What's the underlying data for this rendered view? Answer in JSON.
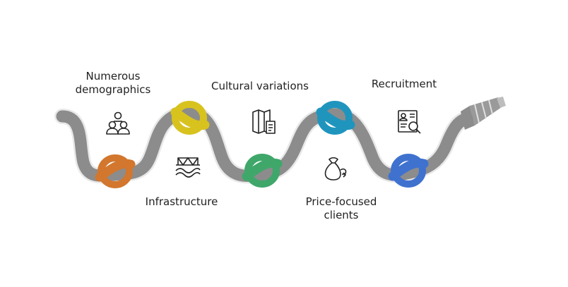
{
  "colors": {
    "hose": "#8c8c8c",
    "hose_dark": "#6f6f6f",
    "hose_light": "#a8a8a8",
    "knot_orange": "#d2772d",
    "knot_yellow": "#d8c21e",
    "knot_green": "#3fa76a",
    "knot_teal": "#1f95be",
    "knot_blue": "#3f72cf",
    "icon_stroke": "#222222"
  },
  "stages": [
    {
      "id": "demographics",
      "label_lines": [
        "Numerous",
        "demographics"
      ],
      "icon": "people-group-icon",
      "knot_color": "#d2772d"
    },
    {
      "id": "infrastructure",
      "label_lines": [
        "Infrastructure"
      ],
      "icon": "bridge-icon",
      "knot_color": "#d8c21e"
    },
    {
      "id": "cultural",
      "label_lines": [
        "Cultural variations"
      ],
      "icon": "map-document-icon",
      "knot_color": "#3fa76a"
    },
    {
      "id": "price",
      "label_lines": [
        "Price-focused",
        "clients"
      ],
      "icon": "money-bag-icon",
      "knot_color": "#1f95be"
    },
    {
      "id": "recruitment",
      "label_lines": [
        "Recruitment"
      ],
      "icon": "id-search-icon",
      "knot_color": "#3f72cf"
    }
  ]
}
